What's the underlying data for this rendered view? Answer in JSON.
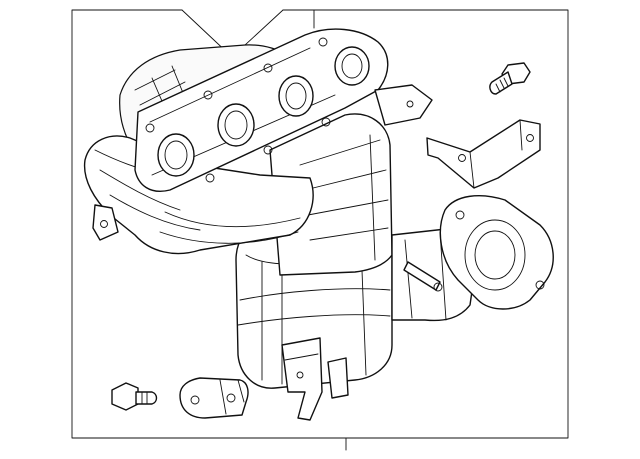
{
  "diagram": {
    "parts": [
      {
        "name": "catalytic-converter-manifold-assembly"
      },
      {
        "name": "upper-bracket"
      },
      {
        "name": "lower-bracket"
      },
      {
        "name": "upper-bolt"
      },
      {
        "name": "lower-bolt"
      }
    ],
    "colors": {
      "line": "#111111",
      "background": "#ffffff"
    }
  }
}
